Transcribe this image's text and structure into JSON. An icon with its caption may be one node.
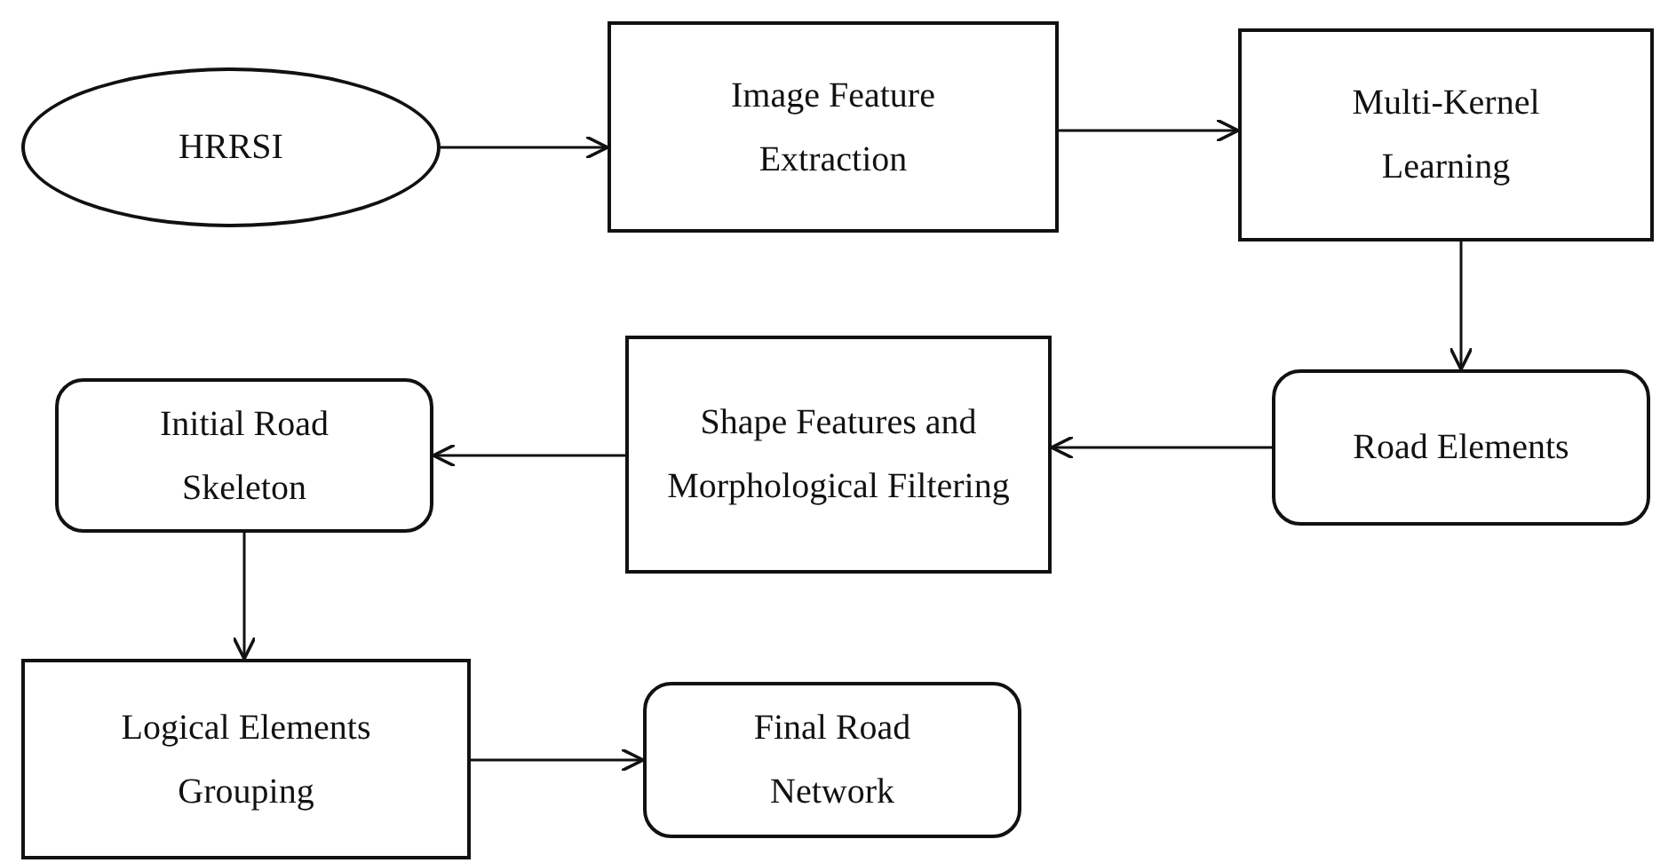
{
  "diagram": {
    "nodes": [
      {
        "text": [
          "HRRSI"
        ]
      },
      {
        "text": [
          "Image Feature Extraction"
        ]
      },
      {
        "text": [
          "Multi-Kernel Learning"
        ]
      },
      {
        "text": [
          "Road Elements"
        ]
      },
      {
        "text": [
          "Shape Features and Morphological Filtering"
        ]
      },
      {
        "text": [
          "Initial Road Skeleton"
        ]
      },
      {
        "text": [
          "Logical Elements Grouping"
        ]
      },
      {
        "text": [
          "Final Road Network"
        ]
      }
    ],
    "edges": [
      {
        "from": 0,
        "to": 1,
        "arrow": "to"
      },
      {
        "from": 1,
        "to": 2,
        "arrow": "to"
      },
      {
        "from": 2,
        "to": 3,
        "arrow": "to"
      },
      {
        "from": 3,
        "to": 4,
        "arrow": "to"
      },
      {
        "from": 4,
        "to": 5,
        "arrow": "to"
      },
      {
        "from": 5,
        "to": 6,
        "arrow": "to"
      },
      {
        "from": 6,
        "to": 7,
        "arrow": "to"
      }
    ]
  }
}
